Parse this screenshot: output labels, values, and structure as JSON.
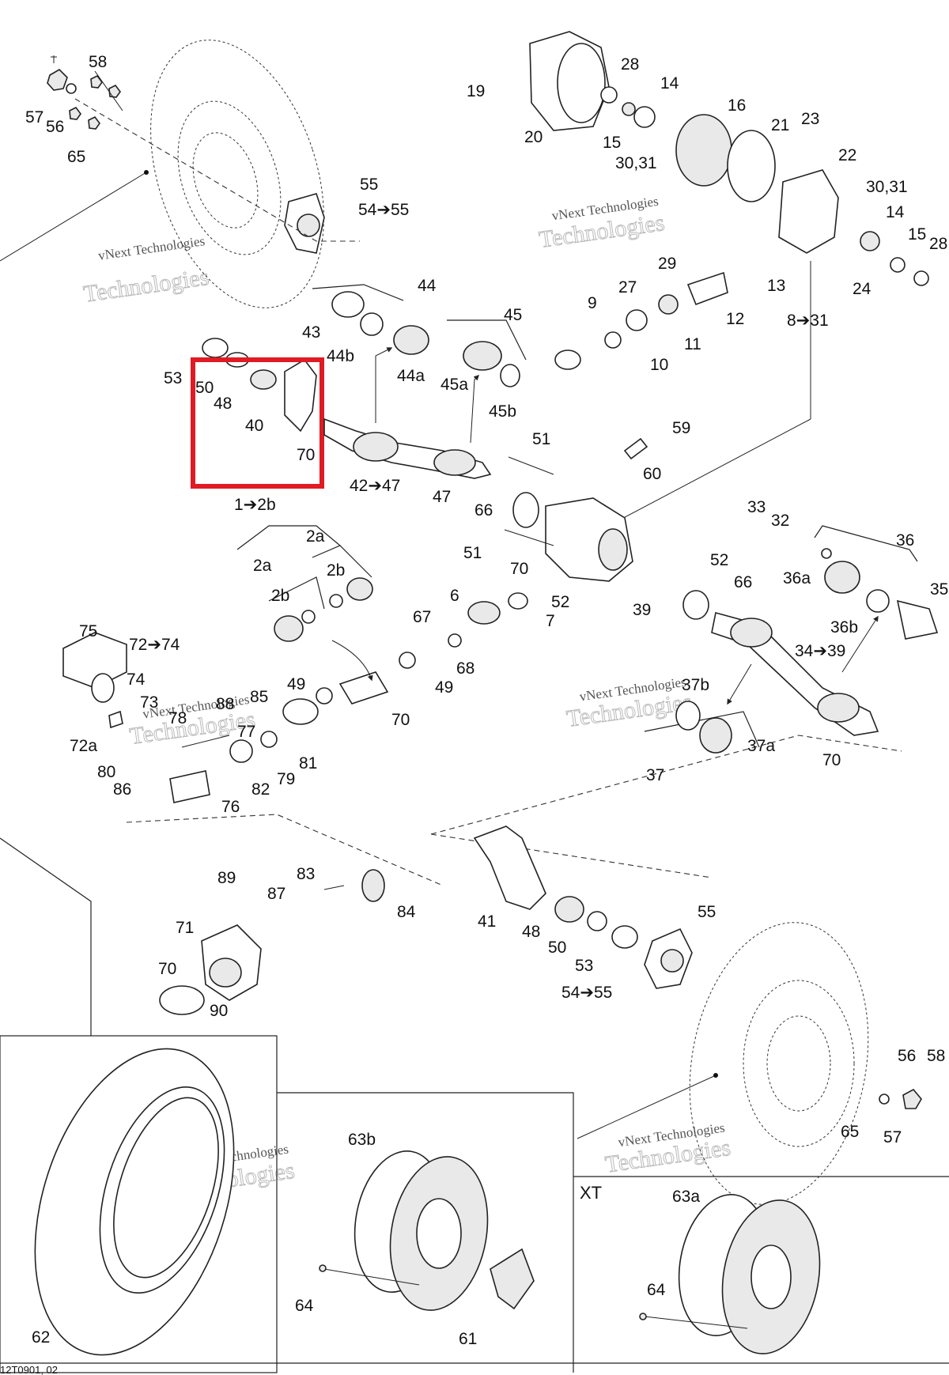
{
  "diagram": {
    "footer_code": "12T0901, 02",
    "inset_label": "XT",
    "watermark": {
      "line1": "vNext Technologies",
      "line2": "Technologies"
    },
    "highlight_color": "#e01b24",
    "callouts": [
      {
        "id": "c58a",
        "text": "58"
      },
      {
        "id": "c57a",
        "text": "57"
      },
      {
        "id": "c56a",
        "text": "56"
      },
      {
        "id": "c65a",
        "text": "65"
      },
      {
        "id": "c55a",
        "text": "55"
      },
      {
        "id": "c5455a",
        "text": "54➔55"
      },
      {
        "id": "c53a",
        "text": "53"
      },
      {
        "id": "c50a",
        "text": "50"
      },
      {
        "id": "c48a",
        "text": "48"
      },
      {
        "id": "c40",
        "text": "40"
      },
      {
        "id": "c70a",
        "text": "70"
      },
      {
        "id": "c43",
        "text": "43"
      },
      {
        "id": "c44",
        "text": "44"
      },
      {
        "id": "c44b",
        "text": "44b"
      },
      {
        "id": "c44a",
        "text": "44a"
      },
      {
        "id": "c45",
        "text": "45"
      },
      {
        "id": "c45a",
        "text": "45a"
      },
      {
        "id": "c45b",
        "text": "45b"
      },
      {
        "id": "c4247",
        "text": "42➔47"
      },
      {
        "id": "c47",
        "text": "47"
      },
      {
        "id": "c51a",
        "text": "51"
      },
      {
        "id": "c59",
        "text": "59"
      },
      {
        "id": "c60",
        "text": "60"
      },
      {
        "id": "c66a",
        "text": "66"
      },
      {
        "id": "c19",
        "text": "19"
      },
      {
        "id": "c20",
        "text": "20"
      },
      {
        "id": "c28a",
        "text": "28"
      },
      {
        "id": "c14a",
        "text": "14"
      },
      {
        "id": "c15a",
        "text": "15"
      },
      {
        "id": "c3031a",
        "text": "30,31"
      },
      {
        "id": "c16",
        "text": "16"
      },
      {
        "id": "c21",
        "text": "21"
      },
      {
        "id": "c23",
        "text": "23"
      },
      {
        "id": "c22",
        "text": "22"
      },
      {
        "id": "c3031b",
        "text": "30,31"
      },
      {
        "id": "c14b",
        "text": "14"
      },
      {
        "id": "c15b",
        "text": "15"
      },
      {
        "id": "c28b",
        "text": "28"
      },
      {
        "id": "c24",
        "text": "24"
      },
      {
        "id": "c13",
        "text": "13"
      },
      {
        "id": "c831",
        "text": "8➔31"
      },
      {
        "id": "c12",
        "text": "12"
      },
      {
        "id": "c29",
        "text": "29"
      },
      {
        "id": "c27",
        "text": "27"
      },
      {
        "id": "c11",
        "text": "11"
      },
      {
        "id": "c9",
        "text": "9"
      },
      {
        "id": "c10",
        "text": "10"
      },
      {
        "id": "c12b",
        "text": "1➔2b"
      },
      {
        "id": "c2aa",
        "text": "2a"
      },
      {
        "id": "c2ab",
        "text": "2a"
      },
      {
        "id": "c2ba",
        "text": "2b"
      },
      {
        "id": "c2bb",
        "text": "2b"
      },
      {
        "id": "c70b",
        "text": "70"
      },
      {
        "id": "c51b",
        "text": "51"
      },
      {
        "id": "c52a",
        "text": "52"
      },
      {
        "id": "c6",
        "text": "6"
      },
      {
        "id": "c7",
        "text": "7"
      },
      {
        "id": "c67",
        "text": "67"
      },
      {
        "id": "c68",
        "text": "68"
      },
      {
        "id": "c49a",
        "text": "49"
      },
      {
        "id": "c49b",
        "text": "49"
      },
      {
        "id": "c70c",
        "text": "70"
      },
      {
        "id": "c75",
        "text": "75"
      },
      {
        "id": "c7274",
        "text": "72➔74"
      },
      {
        "id": "c74",
        "text": "74"
      },
      {
        "id": "c73",
        "text": "73"
      },
      {
        "id": "c88",
        "text": "88"
      },
      {
        "id": "c85",
        "text": "85"
      },
      {
        "id": "c78",
        "text": "78"
      },
      {
        "id": "c77",
        "text": "77"
      },
      {
        "id": "c72a",
        "text": "72a"
      },
      {
        "id": "c80",
        "text": "80"
      },
      {
        "id": "c86",
        "text": "86"
      },
      {
        "id": "c81",
        "text": "81"
      },
      {
        "id": "c79",
        "text": "79"
      },
      {
        "id": "c82",
        "text": "82"
      },
      {
        "id": "c76",
        "text": "76"
      },
      {
        "id": "c33",
        "text": "33"
      },
      {
        "id": "c32",
        "text": "32"
      },
      {
        "id": "c52b",
        "text": "52"
      },
      {
        "id": "c66b",
        "text": "66"
      },
      {
        "id": "c39",
        "text": "39"
      },
      {
        "id": "c36",
        "text": "36"
      },
      {
        "id": "c36a",
        "text": "36a"
      },
      {
        "id": "c35",
        "text": "35"
      },
      {
        "id": "c36b",
        "text": "36b"
      },
      {
        "id": "c3439",
        "text": "34➔39"
      },
      {
        "id": "c37b",
        "text": "37b"
      },
      {
        "id": "c37a",
        "text": "37a"
      },
      {
        "id": "c37",
        "text": "37"
      },
      {
        "id": "c70d",
        "text": "70"
      },
      {
        "id": "c89",
        "text": "89"
      },
      {
        "id": "c87",
        "text": "87"
      },
      {
        "id": "c83",
        "text": "83"
      },
      {
        "id": "c84",
        "text": "84"
      },
      {
        "id": "c71",
        "text": "71"
      },
      {
        "id": "c70e",
        "text": "70"
      },
      {
        "id": "c90",
        "text": "90"
      },
      {
        "id": "c41",
        "text": "41"
      },
      {
        "id": "c48b",
        "text": "48"
      },
      {
        "id": "c50b",
        "text": "50"
      },
      {
        "id": "c53b",
        "text": "53"
      },
      {
        "id": "c55b",
        "text": "55"
      },
      {
        "id": "c5455b",
        "text": "54➔55"
      },
      {
        "id": "c56b",
        "text": "56"
      },
      {
        "id": "c58b",
        "text": "58"
      },
      {
        "id": "c65b",
        "text": "65"
      },
      {
        "id": "c57b",
        "text": "57"
      },
      {
        "id": "c62",
        "text": "62"
      },
      {
        "id": "c63b",
        "text": "63b"
      },
      {
        "id": "c64a",
        "text": "64"
      },
      {
        "id": "c61",
        "text": "61"
      },
      {
        "id": "c63a",
        "text": "63a"
      },
      {
        "id": "c64b",
        "text": "64"
      }
    ]
  }
}
